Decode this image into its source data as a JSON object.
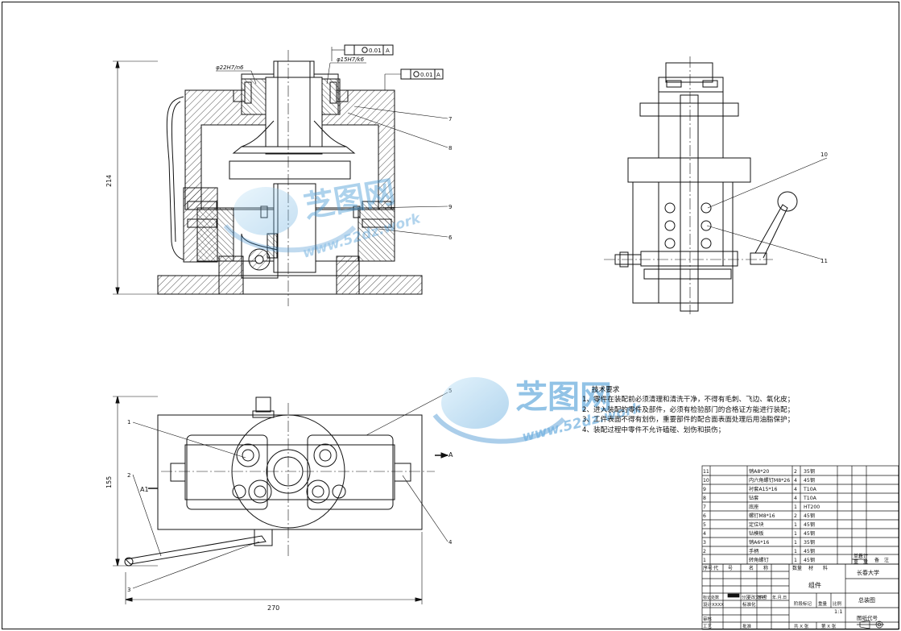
{
  "dimensions": {
    "height_front": "214",
    "width_bottom": "270",
    "height_bottom": "155"
  },
  "fits": {
    "fit_left": "φ22H7/n6",
    "fit_right": "φ15H7/k6"
  },
  "tolerances": {
    "tol_top_value": "0.01",
    "tol_top_ref": "A",
    "tol_right_value": "0.01",
    "tol_right_ref": "A"
  },
  "section_labels": {
    "a_right": "A",
    "a_left": "A1"
  },
  "balloons": {
    "b7": "7",
    "b8": "8",
    "b9": "9",
    "b6": "6",
    "b10": "10",
    "b11": "11",
    "b5": "5",
    "b1": "1",
    "b2": "2",
    "b3": "3",
    "b4": "4"
  },
  "tech": {
    "title": "技术要求",
    "items": [
      "1、零件在装配前必须清理和清洗干净，不得有毛刺、飞边、氧化皮；",
      "2、进入装配的零件及部件，必须有检验部门的合格证方能进行装配；",
      "3、工件表面不得有划伤，重要部件的配合面表面处理后用油脂保护；",
      "4、装配过程中零件不允许磕碰、划伤和损伤；"
    ]
  },
  "watermark": {
    "brand": "芝图网",
    "url": "www.52dz.work"
  },
  "bom": {
    "rows": [
      {
        "no": "11",
        "name": "销A8*20",
        "qty": "2",
        "mat": "35钢"
      },
      {
        "no": "10",
        "name": "内六角螺钉M8*26",
        "qty": "4",
        "mat": "45钢"
      },
      {
        "no": "9",
        "name": "衬套A15*16",
        "qty": "4",
        "mat": "T10A"
      },
      {
        "no": "8",
        "name": "钻套",
        "qty": "4",
        "mat": "T10A"
      },
      {
        "no": "7",
        "name": "底座",
        "qty": "1",
        "mat": "HT200"
      },
      {
        "no": "6",
        "name": "螺钉M8*16",
        "qty": "2",
        "mat": "45钢"
      },
      {
        "no": "5",
        "name": "定位块",
        "qty": "1",
        "mat": "45钢"
      },
      {
        "no": "4",
        "name": "钻模板",
        "qty": "1",
        "mat": "45钢"
      },
      {
        "no": "3",
        "name": "销A6*16",
        "qty": "1",
        "mat": "35钢"
      },
      {
        "no": "2",
        "name": "手柄",
        "qty": "1",
        "mat": "45钢"
      },
      {
        "no": "1",
        "name": "转角螺钉",
        "qty": "1",
        "mat": "45钢"
      }
    ],
    "headers": {
      "no": "序号",
      "code": "代　　号",
      "name": "名　　称",
      "qty": "数量",
      "mat": "材　　料",
      "unit_weight": "单件",
      "total_weight": "总计",
      "weight": "重　量",
      "note": "备　注"
    }
  },
  "title_block": {
    "assembly": "组件",
    "school": "长春大学",
    "drawing_name": "总装图",
    "scale": "1:1",
    "drawing_no": "图纸代号",
    "mark": "标记",
    "count": "处数",
    "zone": "分区",
    "change_doc": "更改文件号",
    "sign": "签名",
    "date": "年.月.日",
    "design": "设计",
    "designer": "XXXX",
    "std": "标准化",
    "stage": "阶段标记",
    "weight": "重量",
    "ratio": "比例",
    "review": "审核",
    "process": "工艺",
    "approve": "批准",
    "sheets_total": "共 X 张",
    "sheet_no": "第 X 张"
  }
}
